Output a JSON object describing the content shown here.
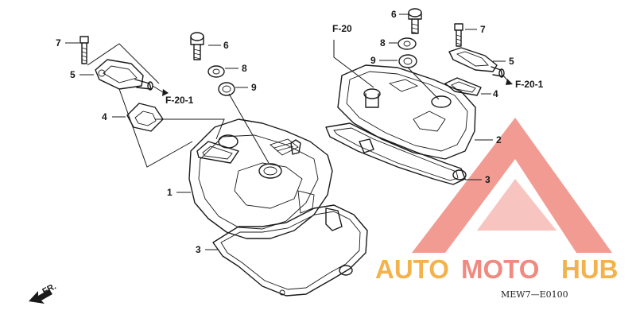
{
  "callouts": {
    "c1": "1",
    "c2": "2",
    "c3a": "3",
    "c3b": "3",
    "c4a": "4",
    "c4b": "4",
    "c5a": "5",
    "c5b": "5",
    "c6a": "6",
    "c6b": "6",
    "c7a": "7",
    "c7b": "7",
    "c8a": "8",
    "c8b": "8",
    "c9a": "9",
    "c9b": "9"
  },
  "refs": {
    "f20_1_left": "F-20-1",
    "f20_1_right": "F-20-1",
    "f20": "F-20"
  },
  "direction_label": "FR.",
  "diagram_code": "MEW7—E0100",
  "watermark": {
    "auto": "AUTO",
    "moto": "MOTO",
    "hub": "HUB",
    "colors": {
      "auto": "#f4b24c",
      "moto": "#f08a80",
      "hub": "#f4b24c",
      "triangle": "#f08a80"
    }
  }
}
